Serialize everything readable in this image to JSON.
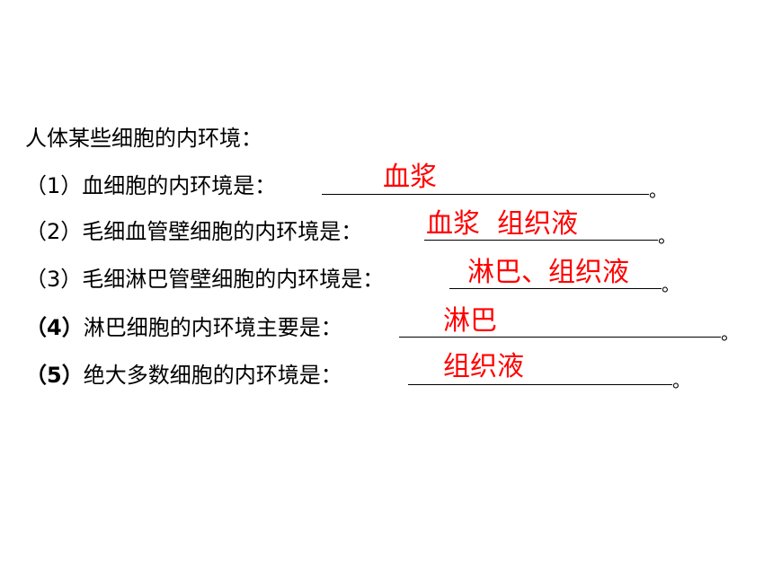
{
  "heading": "人体某些细胞的内环境：",
  "questions": [
    {
      "num": "（1）",
      "text": "血细胞的内环境是：",
      "answer": "血浆",
      "end": "。"
    },
    {
      "num": "（2）",
      "text": "毛细血管壁细胞的内环境是：",
      "answer": "血浆  组织液",
      "end": "。"
    },
    {
      "num": "（3）",
      "text": "毛细淋巴管壁细胞的内环境是：",
      "answer": "淋巴、组织液",
      "end": "。"
    },
    {
      "num": "（4）",
      "text": "淋巴细胞的内环境主要是：",
      "answer": "淋巴",
      "end": "。"
    },
    {
      "num": "（5）",
      "text": "绝大多数细胞的内环境是：",
      "answer": "组织液",
      "end": "。"
    }
  ],
  "colors": {
    "text": "#000000",
    "answer": "#ff0000",
    "background": "#ffffff"
  }
}
